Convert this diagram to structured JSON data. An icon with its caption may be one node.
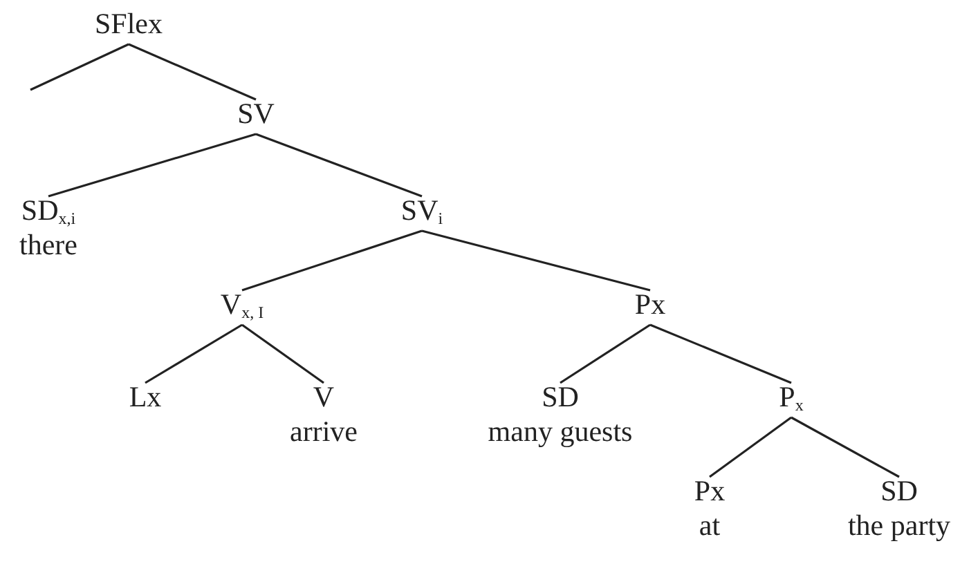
{
  "diagram": {
    "nodes": [
      {
        "text": [
          "SFlex"
        ]
      },
      {
        "text": [
          "SV"
        ]
      },
      {
        "text": [
          "SD$_{x,i}$",
          "there"
        ]
      },
      {
        "text": [
          "SV$_{i}$"
        ]
      },
      {
        "text": [
          "V$_{x, I}$"
        ]
      },
      {
        "text": [
          "Lx"
        ]
      },
      {
        "text": [
          "V",
          "arrive"
        ]
      },
      {
        "text": [
          "Px"
        ]
      },
      {
        "text": [
          "SD",
          "many guests"
        ]
      },
      {
        "text": [
          "P$_{x}$"
        ]
      },
      {
        "text": [
          "Px",
          "at"
        ]
      },
      {
        "text": [
          "SD",
          "the party"
        ]
      }
    ],
    "edges": [
      {
        "from": 0,
        "to": null,
        "arrow": "none"
      },
      {
        "from": 0,
        "to": 1,
        "arrow": "none"
      },
      {
        "from": 1,
        "to": 2,
        "arrow": "none"
      },
      {
        "from": 1,
        "to": 3,
        "arrow": "none"
      },
      {
        "from": 3,
        "to": 4,
        "arrow": "none"
      },
      {
        "from": 3,
        "to": 7,
        "arrow": "none"
      },
      {
        "from": 4,
        "to": 5,
        "arrow": "none"
      },
      {
        "from": 4,
        "to": 6,
        "arrow": "none"
      },
      {
        "from": 7,
        "to": 8,
        "arrow": "none"
      },
      {
        "from": 7,
        "to": 9,
        "arrow": "none"
      },
      {
        "from": 9,
        "to": 10,
        "arrow": "none"
      },
      {
        "from": 9,
        "to": 11,
        "arrow": "none"
      }
    ]
  }
}
